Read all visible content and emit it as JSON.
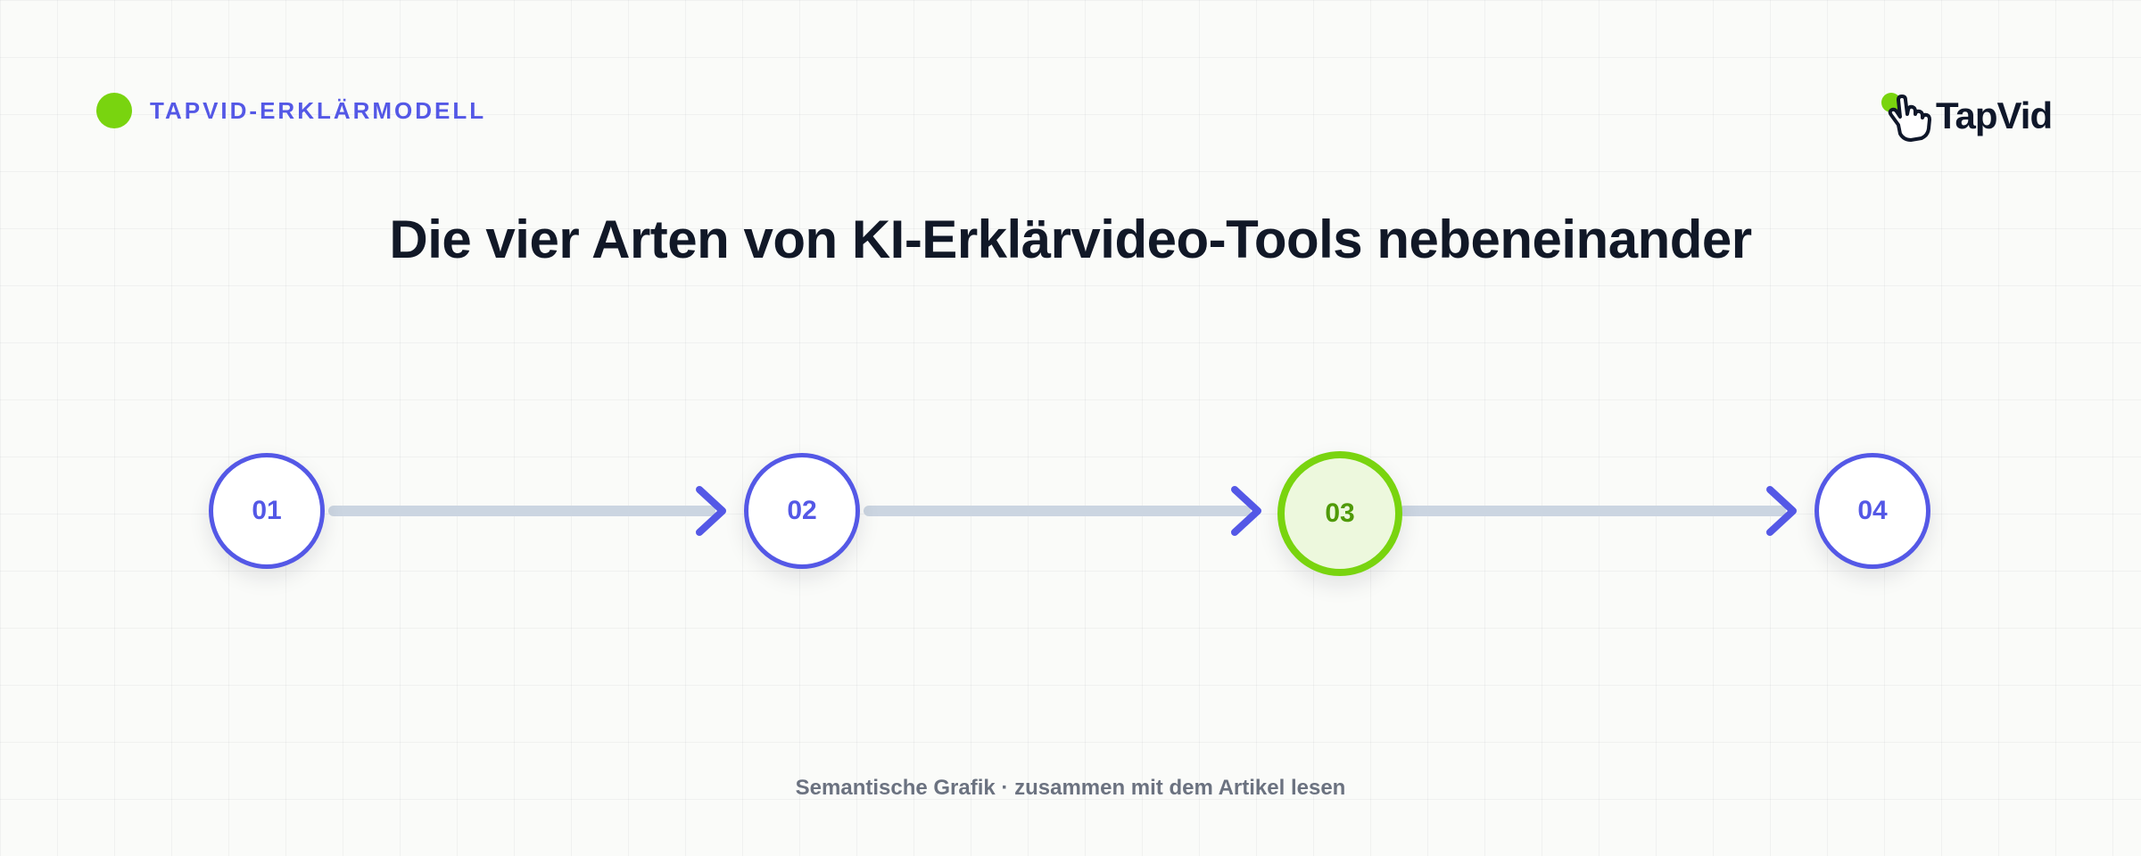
{
  "header": {
    "eyebrow": "TAPVID-ERKLÄRMODELL",
    "logo_text": "TapVid"
  },
  "title": "Die vier Arten von KI-Erklärvideo-Tools nebeneinander",
  "steps": [
    {
      "label": "01",
      "active": false
    },
    {
      "label": "02",
      "active": false
    },
    {
      "label": "03",
      "active": true
    },
    {
      "label": "04",
      "active": false
    }
  ],
  "footer": "Semantische Grafik · zusammen mit dem Artikel lesen",
  "colors": {
    "accent": "#5458e6",
    "highlight": "#79d40f",
    "connector": "#cbd5e1",
    "text": "#111827",
    "muted": "#6b7280"
  },
  "icons": {
    "eyebrow": "green-dot-icon",
    "logo": "tap-hand-icon",
    "connector": "arrow-right-icon"
  }
}
